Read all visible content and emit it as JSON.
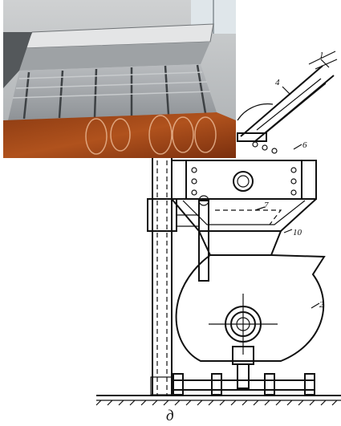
{
  "figure": {
    "caption": "д",
    "labels": {
      "l1": "1",
      "l4": "4",
      "l6": "6",
      "l7": "7",
      "l10": "10",
      "l2": "2"
    }
  }
}
